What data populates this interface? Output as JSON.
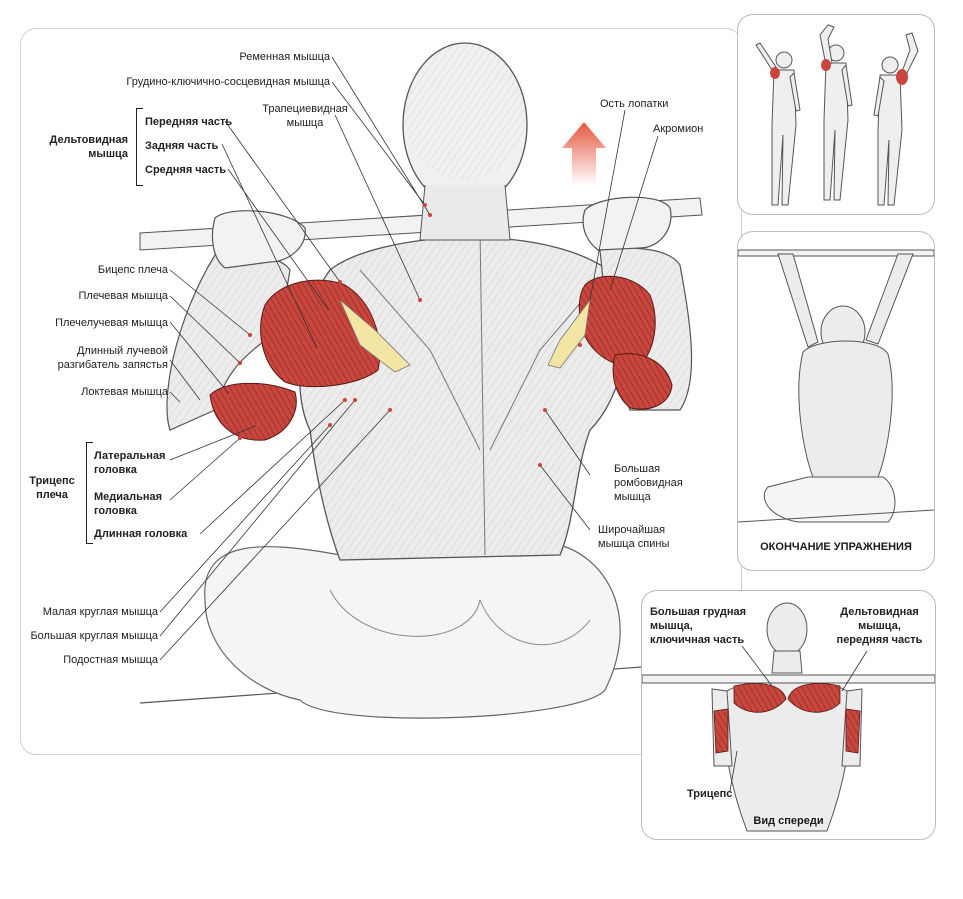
{
  "labels": {
    "splenius": "Ременная мышца",
    "sternocleidomastoid": "Грудино-ключично-сосцевидная мышца",
    "trapezius": "Трапециевидная\nмышца",
    "scapular_spine": "Ость лопатки",
    "acromion": "Акромион",
    "deltoid_group": "Дельтовидная\nмышца",
    "deltoid_front": "Передняя часть",
    "deltoid_rear": "Задняя часть",
    "deltoid_middle": "Средняя часть",
    "biceps": "Бицепс плеча",
    "brachialis": "Плечевая мышца",
    "brachioradialis": "Плечелучевая мышца",
    "extensor_carpi": "Длинный лучевой\nразгибатель запястья",
    "anconeus": "Локтевая мышца",
    "triceps_group": "Трицепс\nплеча",
    "triceps_lateral": "Латеральная\nголовка",
    "triceps_medial": "Медиальная\nголовка",
    "triceps_long": "Длинная головка",
    "rhomboid": "Большая\nромбовидная\nмышца",
    "latissimus": "Широчайшая\nмышца спины",
    "teres_minor": "Малая круглая мышца",
    "teres_major": "Большая круглая мышца",
    "infraspinatus": "Подостная мышца"
  },
  "end_panel": {
    "caption": "ОКОНЧАНИЕ УПРАЖНЕНИЯ"
  },
  "front_panel": {
    "pectoral": "Большая грудная\nмышца,\nключичная часть",
    "deltoid_front": "Дельтовидная\nмышца,\nпередняя часть",
    "triceps": "Трицепс",
    "caption": "Вид спереди"
  },
  "colors": {
    "muscle_red": "#c8463d",
    "muscle_dark": "#8e2b26",
    "arrow_red": "#e5573f",
    "line": "#333333",
    "outline": "#555555"
  }
}
